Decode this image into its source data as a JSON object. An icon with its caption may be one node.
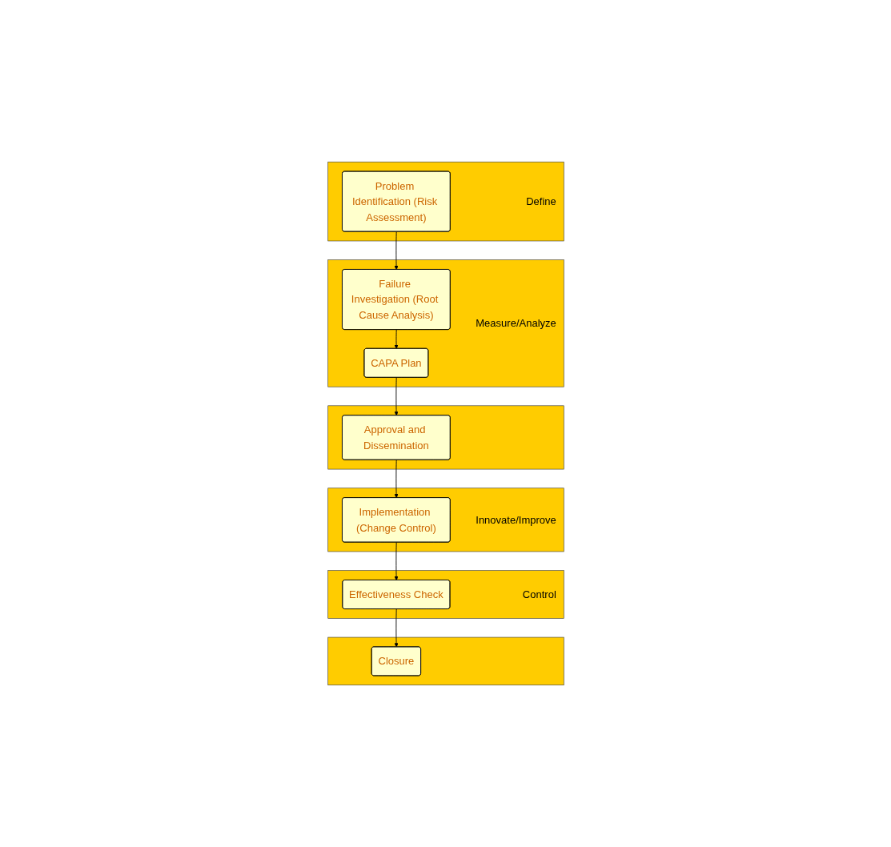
{
  "diagram": {
    "nodes": [
      {
        "text": [
          "Define"
        ]
      },
      {
        "text": [
          "Problem Identification (Risk Assessment)"
        ],
        "in": 0
      },
      {
        "text": [
          "Measure/Analyze"
        ]
      },
      {
        "text": [
          "Failure Investigation (Root Cause Analysis)"
        ],
        "in": 2
      },
      {
        "text": [
          "CAPA Plan"
        ],
        "in": 2
      },
      {
        "text": [],
        "shape": "box"
      },
      {
        "text": [
          "Approval and Dissemination"
        ],
        "in": 5
      },
      {
        "text": [
          "Innovate/Improve"
        ]
      },
      {
        "text": [
          "Implementation (Change Control)"
        ],
        "in": 7
      },
      {
        "text": [
          "Control"
        ]
      },
      {
        "text": [
          "Effectiveness Check"
        ],
        "in": 9
      },
      {
        "text": [],
        "shape": "box"
      },
      {
        "text": [
          "Closure"
        ],
        "in": 11
      }
    ],
    "edges": [
      {
        "from": 1,
        "to": 3,
        "arrow": "to"
      },
      {
        "from": 3,
        "to": 4,
        "arrow": "to"
      },
      {
        "from": 4,
        "to": 6,
        "arrow": "to"
      },
      {
        "from": 6,
        "to": 8,
        "arrow": "to"
      },
      {
        "from": 8,
        "to": 10,
        "arrow": "to"
      },
      {
        "from": 10,
        "to": 12,
        "arrow": "to"
      }
    ]
  }
}
